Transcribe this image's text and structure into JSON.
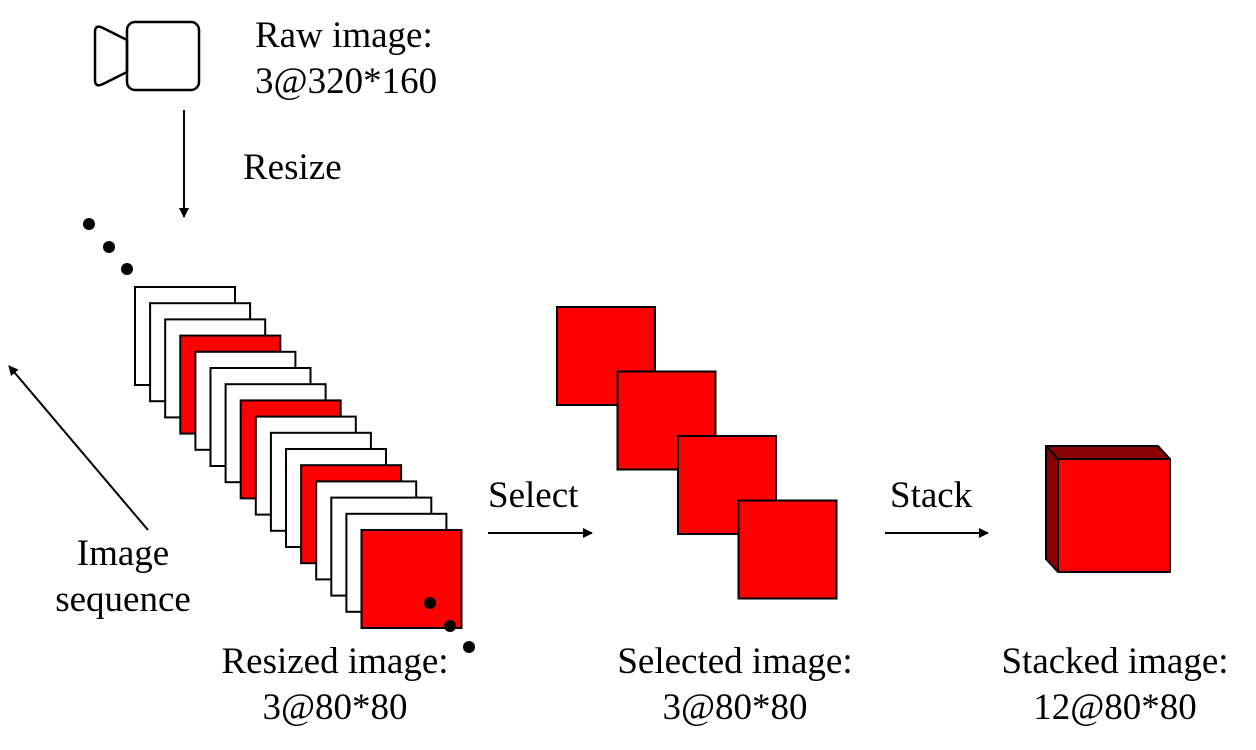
{
  "colors": {
    "accent": "#ff0000",
    "accent_dark": "#8b0000",
    "stroke": "#000000",
    "background": "#ffffff"
  },
  "icons": {
    "camera": "video-camera-icon"
  },
  "raw": {
    "title": "Raw image:",
    "dims": "3@320*160"
  },
  "steps": {
    "resize": "Resize",
    "select": "Select",
    "stack": "Stack"
  },
  "sequence": {
    "label_line1": "Image",
    "label_line2": "sequence",
    "frame_pattern": [
      "white",
      "white",
      "white",
      "red",
      "white",
      "white",
      "white",
      "red",
      "white",
      "white",
      "white",
      "red",
      "white",
      "white",
      "white",
      "red"
    ]
  },
  "resized": {
    "title": "Resized image:",
    "dims": "3@80*80"
  },
  "selected": {
    "title": "Selected image:",
    "dims": "3@80*80",
    "count": 4
  },
  "stacked": {
    "title": "Stacked image:",
    "dims": "12@80*80"
  }
}
